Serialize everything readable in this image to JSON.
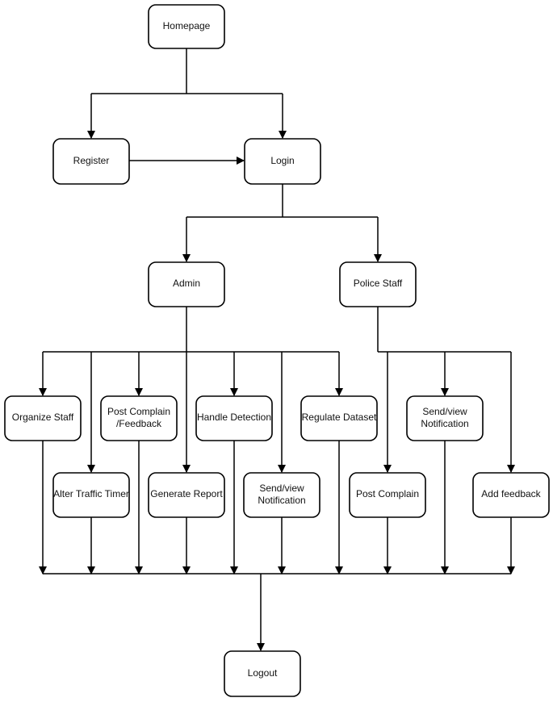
{
  "diagram": {
    "nodes": {
      "homepage": "Homepage",
      "register": "Register",
      "login": "Login",
      "admin": "Admin",
      "police_staff": "Police Staff",
      "organize_staff": "Organize Staff",
      "post_complain_feedback": [
        "Post Complain",
        "/Feedback"
      ],
      "handle_detection": "Handle Detection",
      "regulate_dataset": "Regulate Dataset",
      "send_view_notification_staff": [
        "Send/view",
        "Notification"
      ],
      "alter_traffic_timer": "Alter Traffic Timer",
      "generate_report": "Generate Report",
      "send_view_notification_admin": [
        "Send/view",
        "Notification"
      ],
      "post_complain": "Post Complain",
      "add_feedback": "Add feedback",
      "logout": "Logout"
    },
    "edges": [
      [
        "homepage",
        "register"
      ],
      [
        "homepage",
        "login"
      ],
      [
        "register",
        "login"
      ],
      [
        "login",
        "admin"
      ],
      [
        "login",
        "police_staff"
      ],
      [
        "admin",
        "organize_staff"
      ],
      [
        "admin",
        "alter_traffic_timer"
      ],
      [
        "admin",
        "post_complain_feedback"
      ],
      [
        "admin",
        "generate_report"
      ],
      [
        "admin",
        "handle_detection"
      ],
      [
        "admin",
        "send_view_notification_admin"
      ],
      [
        "admin",
        "regulate_dataset"
      ],
      [
        "police_staff",
        "post_complain"
      ],
      [
        "police_staff",
        "send_view_notification_staff"
      ],
      [
        "police_staff",
        "add_feedback"
      ],
      [
        "organize_staff",
        "logout"
      ],
      [
        "alter_traffic_timer",
        "logout"
      ],
      [
        "post_complain_feedback",
        "logout"
      ],
      [
        "generate_report",
        "logout"
      ],
      [
        "handle_detection",
        "logout"
      ],
      [
        "send_view_notification_admin",
        "logout"
      ],
      [
        "regulate_dataset",
        "logout"
      ],
      [
        "post_complain",
        "logout"
      ],
      [
        "send_view_notification_staff",
        "logout"
      ],
      [
        "add_feedback",
        "logout"
      ]
    ]
  }
}
